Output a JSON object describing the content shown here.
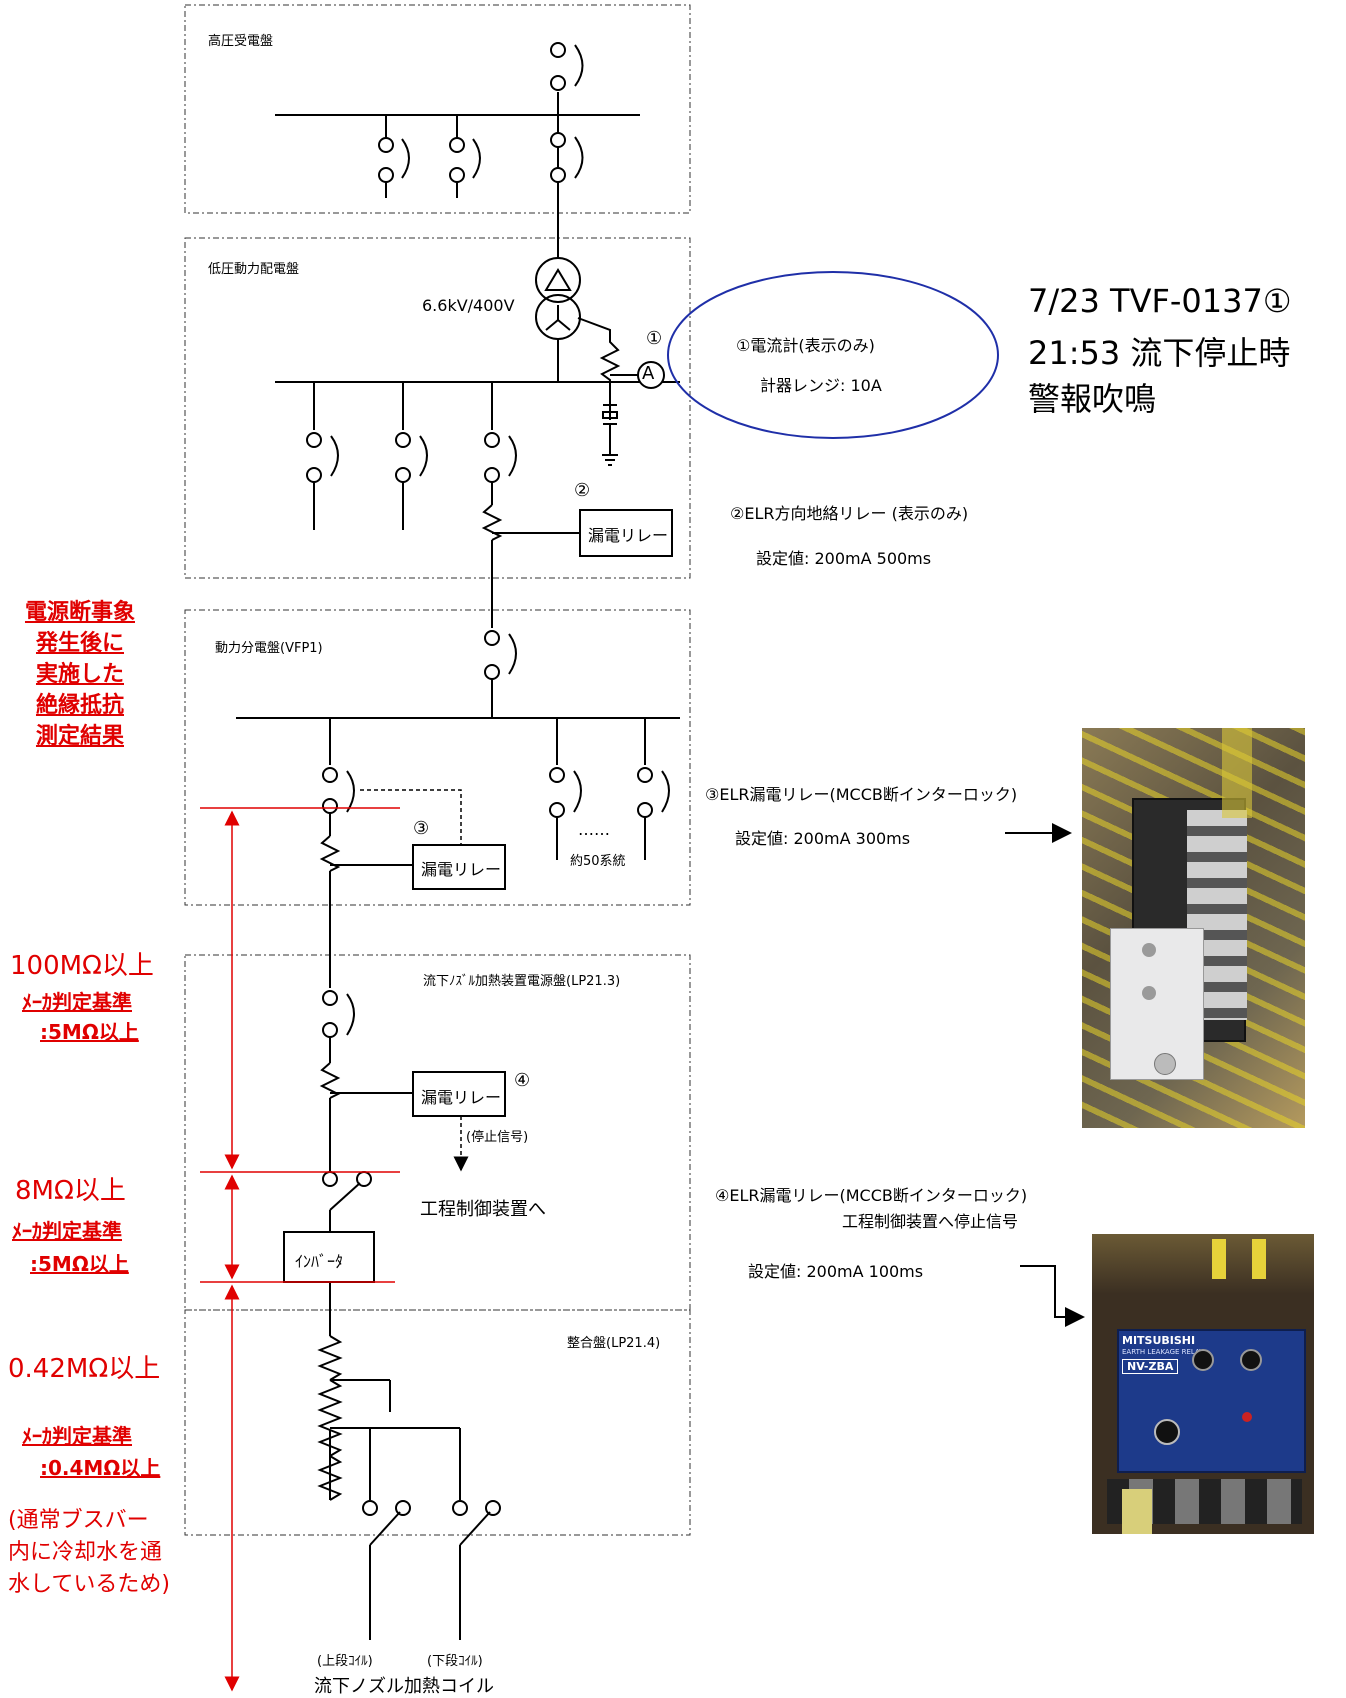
{
  "panels": {
    "high_voltage": "高圧受電盤",
    "low_voltage": "低圧動力配電盤",
    "power_dist": "動力分電盤(VFP1)",
    "nozzle_power": "流下ﾉｽﾞﾙ加熱装置電源盤(LP21.3)",
    "matching": "整合盤(LP21.4)"
  },
  "transformer_ratio": "6.6kV/400V",
  "relay_label": "漏電リレー",
  "inverter_label": "ｲﾝﾊﾞｰﾀ",
  "ammeter_symbol": "A",
  "markers": {
    "m1": "①",
    "m2": "②",
    "m3": "③",
    "m4": "④"
  },
  "dots": "……",
  "approx_systems": "約50系統",
  "stop_signal": "(停止信号)",
  "to_process_control": "工程制御装置へ",
  "upper_coil": "(上段ｺｲﾙ)",
  "lower_coil": "(下段ｺｲﾙ)",
  "heating_coil": "流下ノズル加熱コイル",
  "annotation1": {
    "title": "①電流計(表示のみ)",
    "range": "計器レンジ:  10A"
  },
  "event": {
    "line1": "7/23   TVF-0137①",
    "line2": "21:53  流下停止時",
    "line3": "警報吹鳴"
  },
  "annotation2": {
    "title": "②ELR方向地絡リレー (表示のみ)",
    "setting": "設定値:  200mA   500ms"
  },
  "annotation3": {
    "title": "③ELR漏電リレー(MCCB断インターロック)",
    "setting": "設定値:  200mA   300ms"
  },
  "annotation4": {
    "title": "④ELR漏電リレー(MCCB断インターロック)",
    "subtitle": "工程制御装置へ停止信号",
    "setting": "設定値:  200mA   100ms"
  },
  "red_header": [
    "電源断事象",
    "発生後に",
    "実施した",
    "絶縁抵抗",
    "測定結果"
  ],
  "measurements": {
    "r1_value": "100MΩ以上",
    "r1_crit1": "ﾒｰｶ判定基準",
    "r1_crit2": ":5MΩ以上",
    "r2_value": "8MΩ以上",
    "r2_crit1": "ﾒｰｶ判定基準",
    "r2_crit2": ":5MΩ以上",
    "r3_value": "0.42MΩ以上",
    "r3_crit1": "ﾒｰｶ判定基準",
    "r3_crit2": ":0.4MΩ以上",
    "r3_note": [
      "(通常ブスバー",
      "内に冷却水を通",
      "水しているため)"
    ]
  },
  "relay_photo_text": {
    "brand": "MITSUBISHI",
    "model": "NV-ZBA",
    "desc": "EARTH LEAKAGE RELAY"
  },
  "colors": {
    "red": "#e00000",
    "ellipse": "#1f2fa8"
  }
}
